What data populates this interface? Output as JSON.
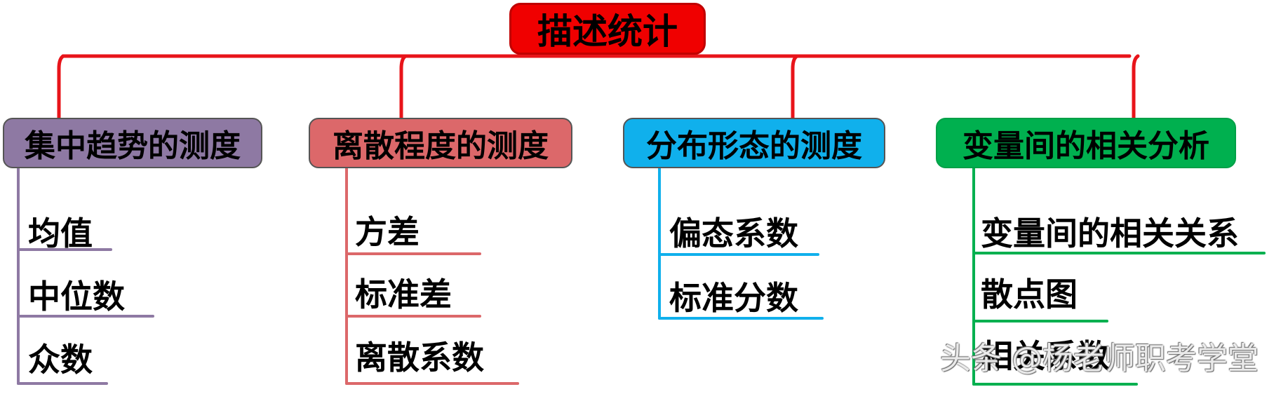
{
  "root": {
    "label": "描述统计",
    "color": "#f00000"
  },
  "categories": [
    {
      "label": "集中趋势的测度",
      "color": "#8e79a3",
      "items": [
        "均值",
        "中位数",
        "众数"
      ]
    },
    {
      "label": "离散程度的测度",
      "color": "#dc686a",
      "items": [
        "方差",
        "标准差",
        "离散系数"
      ]
    },
    {
      "label": "分布形态的测度",
      "color": "#10b0ec",
      "items": [
        "偏态系数",
        "标准分数"
      ]
    },
    {
      "label": "变量间的相关分析",
      "color": "#00b04f",
      "items": [
        "变量间的相关关系",
        "散点图",
        "相关系数"
      ]
    }
  ],
  "watermark": "头条 @杨老师职考学堂",
  "connector_color": "#e8141a"
}
